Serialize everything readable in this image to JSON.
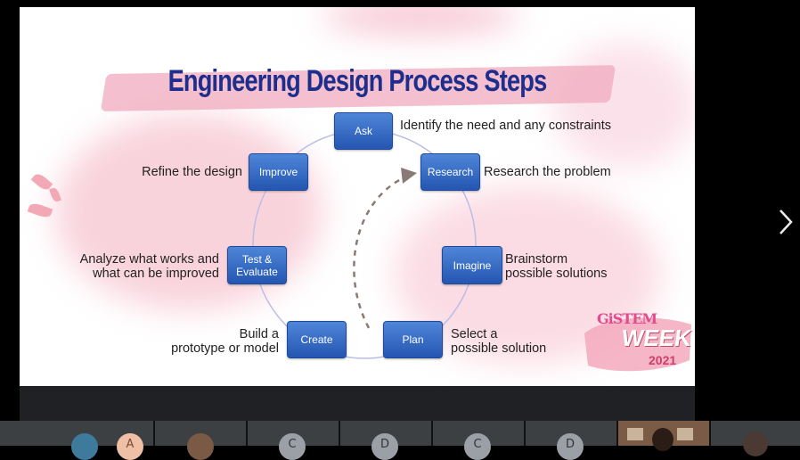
{
  "slide": {
    "title": "Engineering Design Process Steps",
    "steps": [
      {
        "label": "Ask",
        "description": "Identify the need and any constraints"
      },
      {
        "label": "Research",
        "description": "Research the problem"
      },
      {
        "label": "Imagine",
        "description": "Brainstorm\npossible solutions"
      },
      {
        "label": "Plan",
        "description": "Select a\npossible solution"
      },
      {
        "label": "Create",
        "description": "Build a\nprototype or model"
      },
      {
        "label": "Test &\nEvaluate",
        "description": "Analyze what works and\nwhat can be improved"
      },
      {
        "label": "Improve",
        "description": "Refine the design"
      }
    ],
    "logo": {
      "gistem": "GiSTEM",
      "week": "WEEK",
      "year": "2021"
    }
  },
  "participants": [
    {
      "initial": "A"
    },
    {
      "initial": "C"
    },
    {
      "initial": "D"
    },
    {
      "initial": "C"
    },
    {
      "initial": "D"
    }
  ],
  "colors": {
    "step_box": "#2f64c0",
    "title": "#1d2e8c",
    "accent_pink": "#f0a9be"
  },
  "icons": {
    "next": "chevron-right-icon"
  }
}
